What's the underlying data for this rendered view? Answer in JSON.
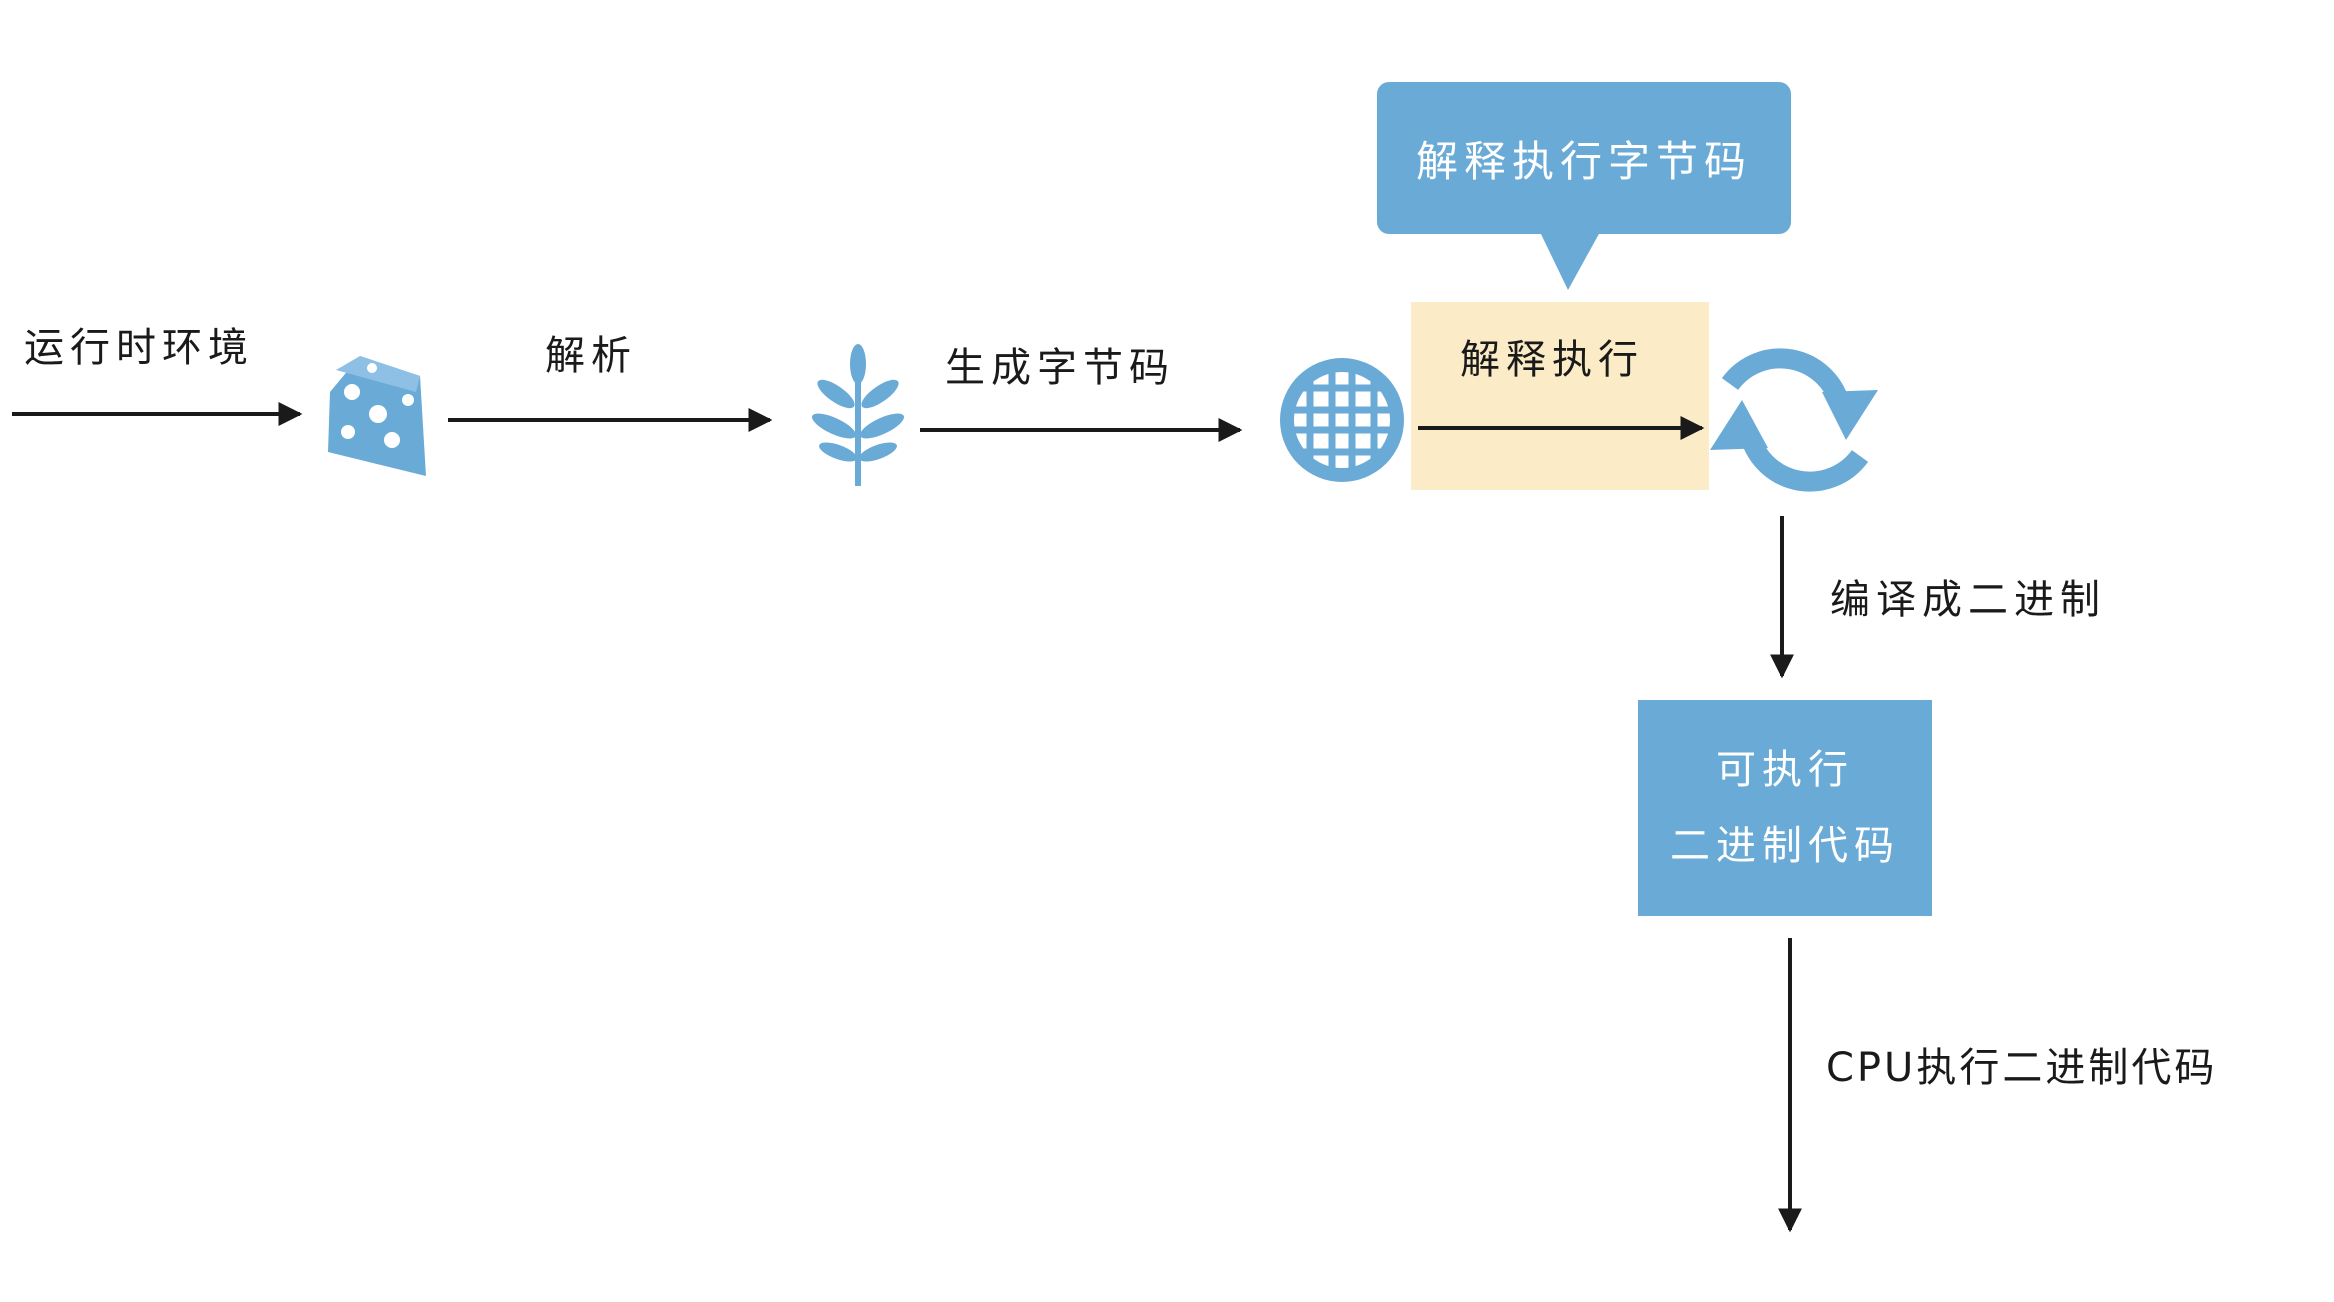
{
  "colors": {
    "accent_blue": "#6aaad6",
    "highlight_yellow": "#fbecc7",
    "line": "#1a1a1a",
    "text_on_blue": "#ffffff"
  },
  "labels": {
    "runtime": "运行时环境",
    "parse": "解析",
    "gen_bytecode": "生成字节码",
    "interpret_exec": "解释执行",
    "compile_binary": "编译成二进制",
    "cpu_exec": "CPU执行二进制代码"
  },
  "callout": {
    "text": "解释执行字节码"
  },
  "binary_box": {
    "line1": "可执行",
    "line2": "二进制代码"
  },
  "icons": {
    "cheese": "cheese-icon",
    "plant": "plant-icon",
    "waffle": "waffle-icon",
    "refresh": "refresh-cycle-icon"
  }
}
